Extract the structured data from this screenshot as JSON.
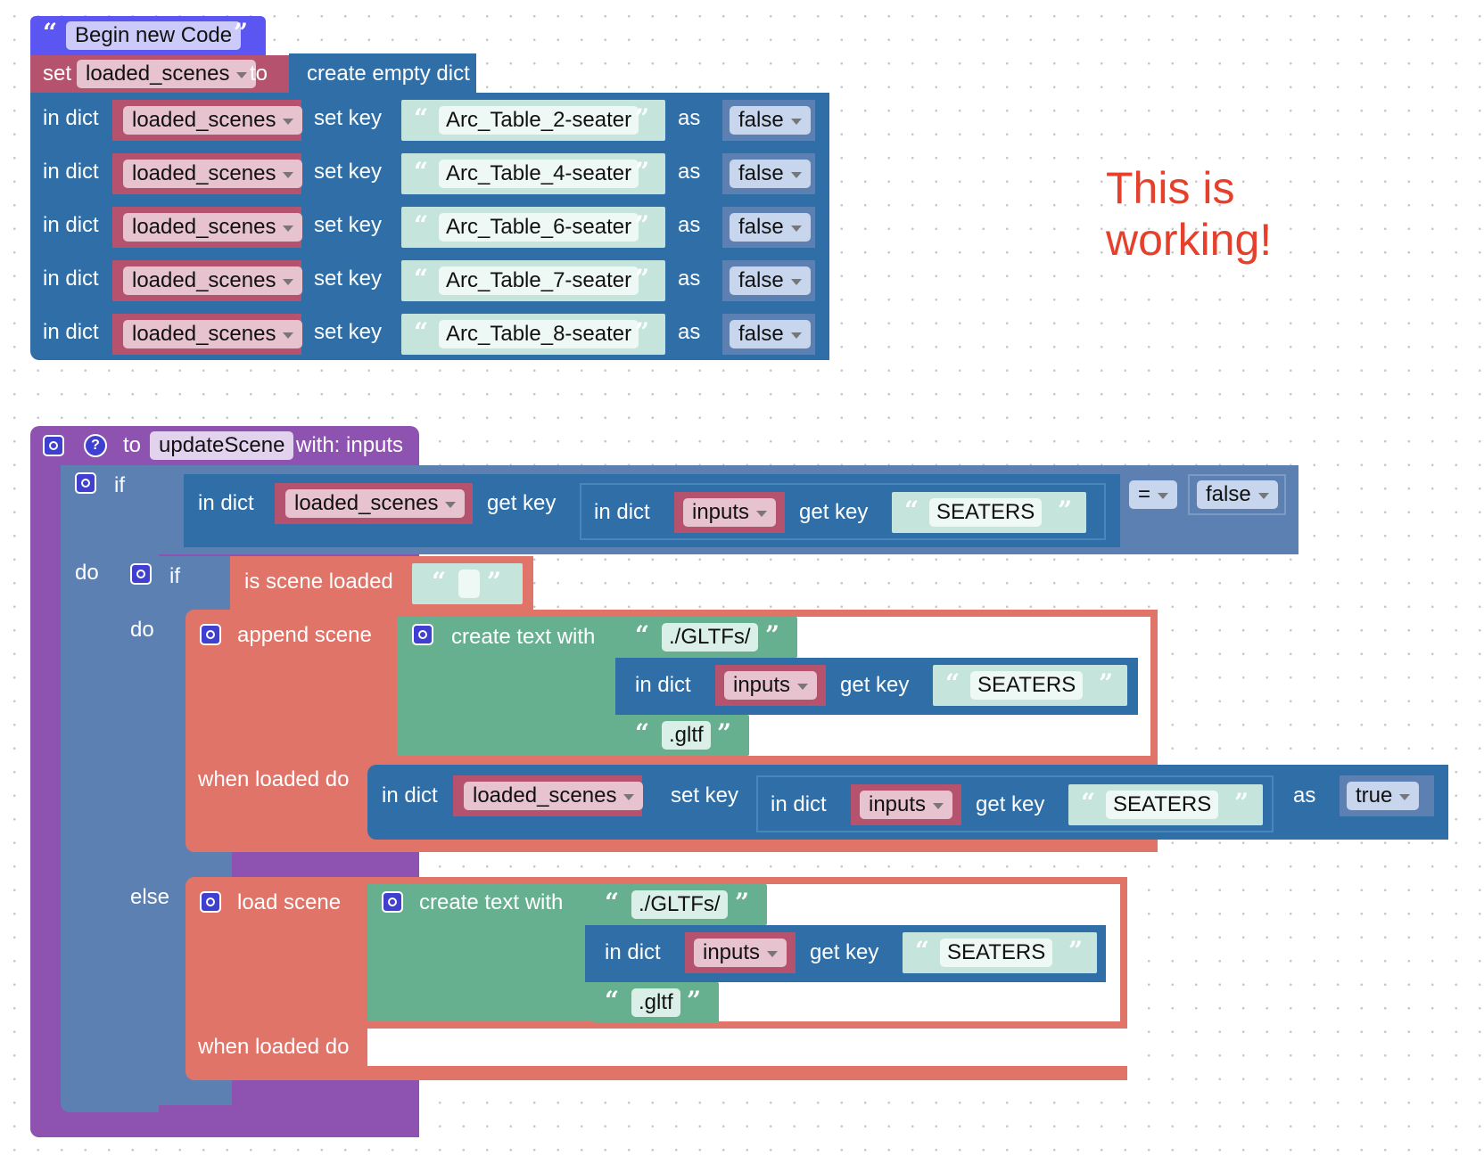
{
  "canvas": {
    "note": [
      "This is",
      "working!"
    ]
  },
  "top": {
    "comment": "Begin new Code",
    "set_label": "set",
    "var": "loaded_scenes",
    "to_label": "to",
    "empty_dict": "create empty dict",
    "rows": [
      {
        "in_dict": "in dict",
        "dict": "loaded_scenes",
        "set_key": "set key",
        "key": "Arc_Table_2-seater",
        "as": "as",
        "value": "false"
      },
      {
        "in_dict": "in dict",
        "dict": "loaded_scenes",
        "set_key": "set key",
        "key": "Arc_Table_4-seater",
        "as": "as",
        "value": "false"
      },
      {
        "in_dict": "in dict",
        "dict": "loaded_scenes",
        "set_key": "set key",
        "key": "Arc_Table_6-seater",
        "as": "as",
        "value": "false"
      },
      {
        "in_dict": "in dict",
        "dict": "loaded_scenes",
        "set_key": "set key",
        "key": "Arc_Table_7-seater",
        "as": "as",
        "value": "false"
      },
      {
        "in_dict": "in dict",
        "dict": "loaded_scenes",
        "set_key": "set key",
        "key": "Arc_Table_8-seater",
        "as": "as",
        "value": "false"
      }
    ]
  },
  "func": {
    "to_label": "to",
    "name": "updateScene",
    "with": "with: inputs",
    "help": "?",
    "if_label": "if",
    "do_label": "do",
    "else_label": "else",
    "in_dict": "in dict",
    "get_key": "get key",
    "set_key": "set key",
    "as": "as",
    "dict_scenes": "loaded_scenes",
    "dict_inputs": "inputs",
    "seaters": "SEATERS",
    "op": "=",
    "false": "false",
    "true": "true",
    "is_loaded": "is scene loaded",
    "empty_str": "",
    "append_scene": "append scene",
    "load_scene": "load scene",
    "create_text": "create text with",
    "path": "./GLTFs/",
    "ext": ".gltf",
    "when_loaded": "when loaded do"
  },
  "colors": {
    "dict_block": "#2f6ea6",
    "logic_block": "#5b80b1",
    "procedure_block": "#8e52b0",
    "variable_block": "#b5536e",
    "comment_block": "#5b56f2",
    "scene_block": "#e07468",
    "text_block": "#66b090",
    "note_text": "#e5402b"
  },
  "icons": [
    "gear-icon",
    "help-icon",
    "dropdown-arrow-icon",
    "open-quote-icon",
    "close-quote-icon"
  ]
}
